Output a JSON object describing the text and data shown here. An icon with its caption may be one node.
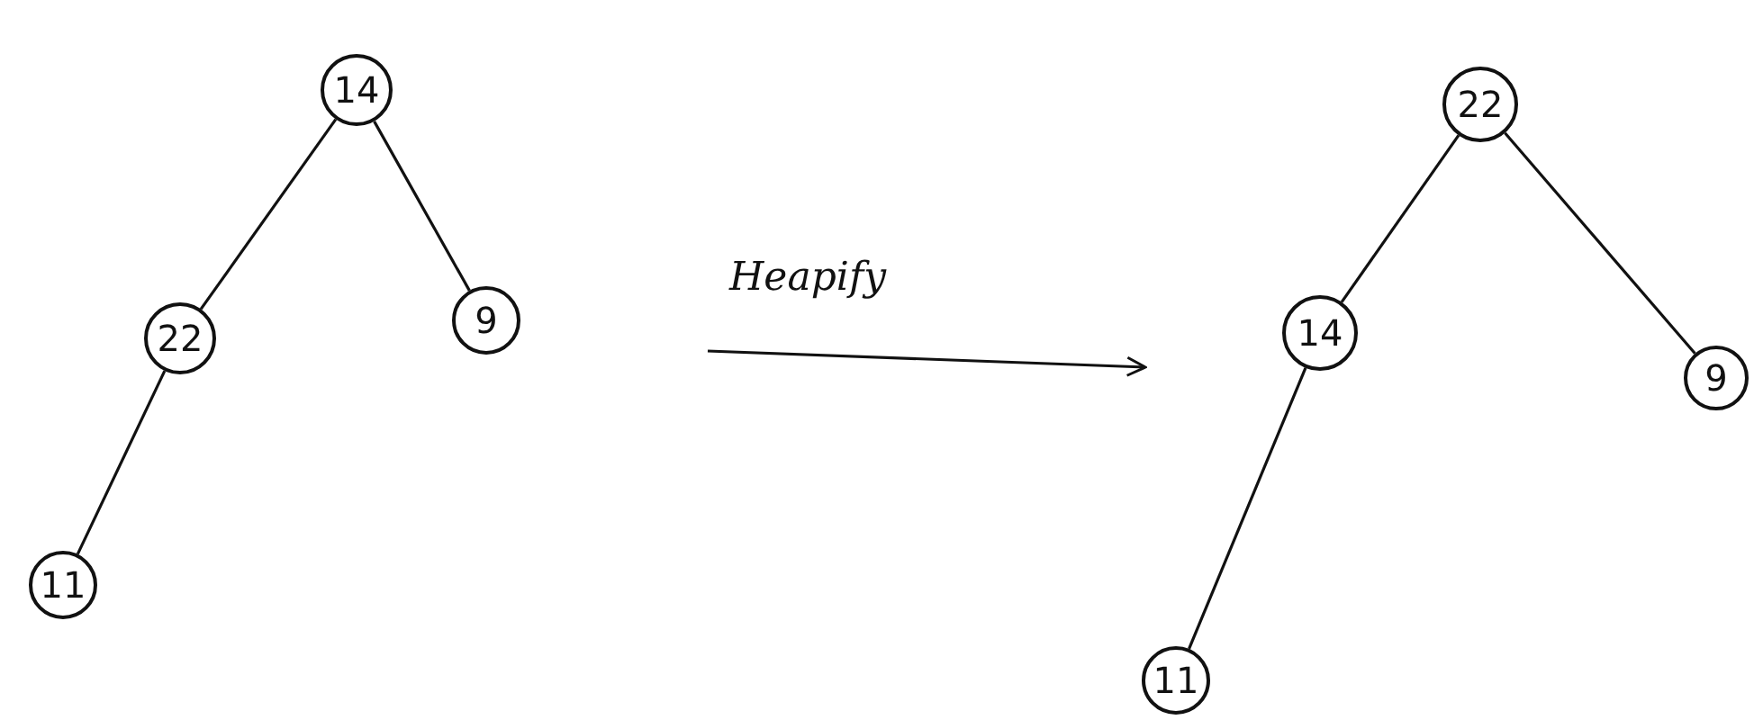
{
  "diagram": {
    "nodes": [
      {
        "text": [
          "14"
        ]
      },
      {
        "text": [
          "22"
        ]
      },
      {
        "text": [
          "9"
        ]
      },
      {
        "text": [
          "11"
        ]
      },
      {
        "text": [
          "22"
        ]
      },
      {
        "text": [
          "14"
        ]
      },
      {
        "text": [
          "9"
        ]
      },
      {
        "text": [
          "11"
        ]
      }
    ],
    "edges": [
      {
        "from": 0,
        "to": 1,
        "arrow": "none"
      },
      {
        "from": 0,
        "to": 2,
        "arrow": "none"
      },
      {
        "from": 1,
        "to": 3,
        "arrow": "none"
      },
      {
        "from": 4,
        "to": 5,
        "arrow": "none"
      },
      {
        "from": 4,
        "to": 6,
        "arrow": "none"
      },
      {
        "from": 5,
        "to": 7,
        "arrow": "none"
      }
    ],
    "labels": [
      "Heapify"
    ]
  }
}
